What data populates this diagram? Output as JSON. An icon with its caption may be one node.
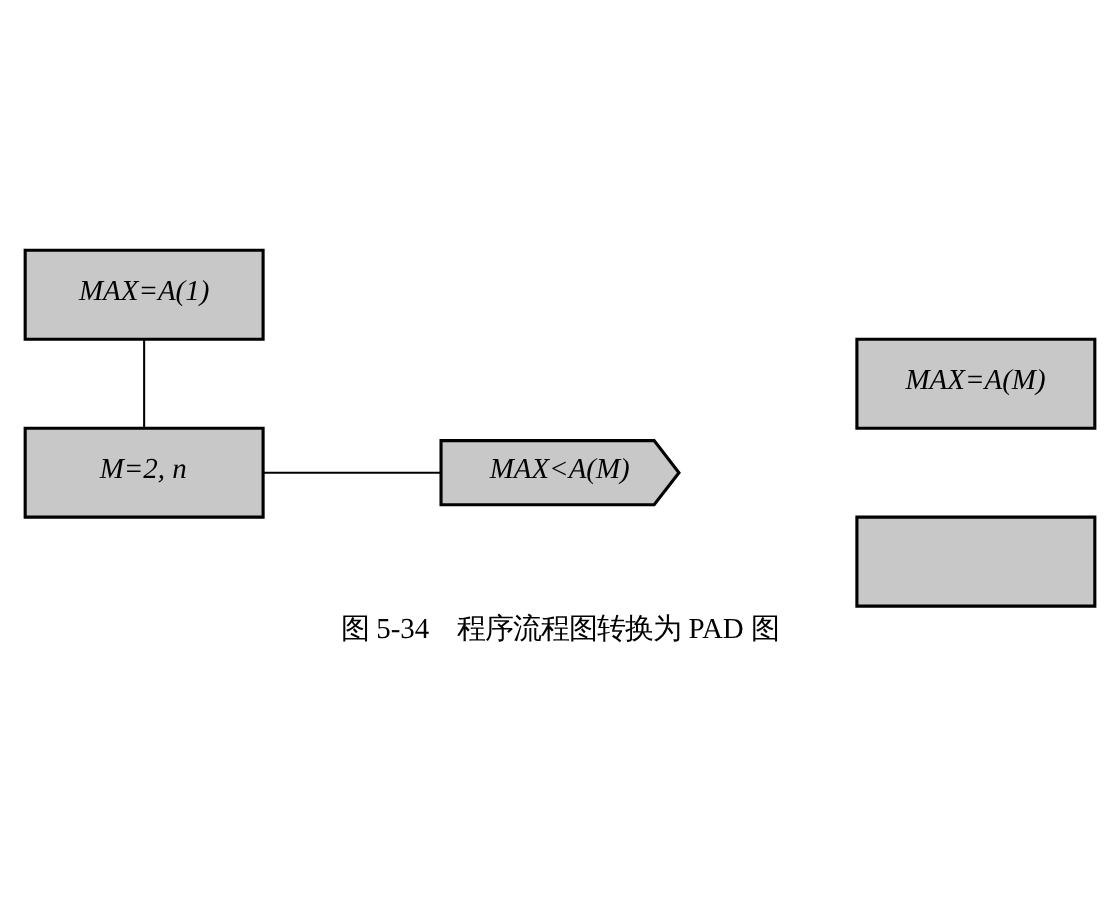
{
  "diagram": {
    "caption": "图 5-34　程序流程图转换为 PAD 图",
    "nodes": [
      {
        "text": [
          "MAX=A(1)"
        ]
      },
      {
        "text": [
          "M=2, n"
        ]
      },
      {
        "text": [
          "MAX<A(M)"
        ]
      },
      {
        "text": [
          "MAX=A(M)"
        ]
      },
      {
        "text": [],
        "shape": "box"
      }
    ],
    "edges": [
      {
        "from": 0,
        "to": 1,
        "arrow": "none"
      },
      {
        "from": 1,
        "to": 2,
        "arrow": "none"
      }
    ]
  }
}
